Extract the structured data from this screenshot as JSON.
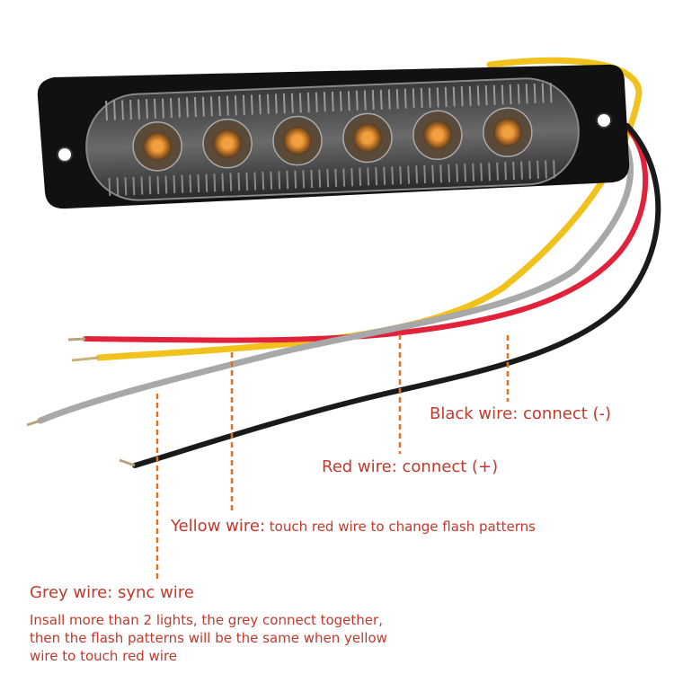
{
  "wires": {
    "black": {
      "name": "Black wire:",
      "desc": " connect (-)",
      "color": "#1a1a1a"
    },
    "red": {
      "name": "Red wire:",
      "desc": " connect (+)",
      "color": "#e2213a"
    },
    "yellow": {
      "name": "Yellow wire:",
      "desc": " touch red wire to change flash patterns",
      "color": "#f2c21c"
    },
    "grey": {
      "name": "Grey wire: sync wire",
      "desc_lines": [
        "Insall more than 2 lights, the grey connect together,",
        "then the flash patterns will be the same when yellow",
        "wire to touch red wire"
      ],
      "color": "#a8a8a8"
    }
  },
  "colors": {
    "label_text": "#c0392b",
    "leader_line": "#e07020",
    "housing": "#111111",
    "led_amber": "#f0a040"
  },
  "light": {
    "led_count": 6
  }
}
